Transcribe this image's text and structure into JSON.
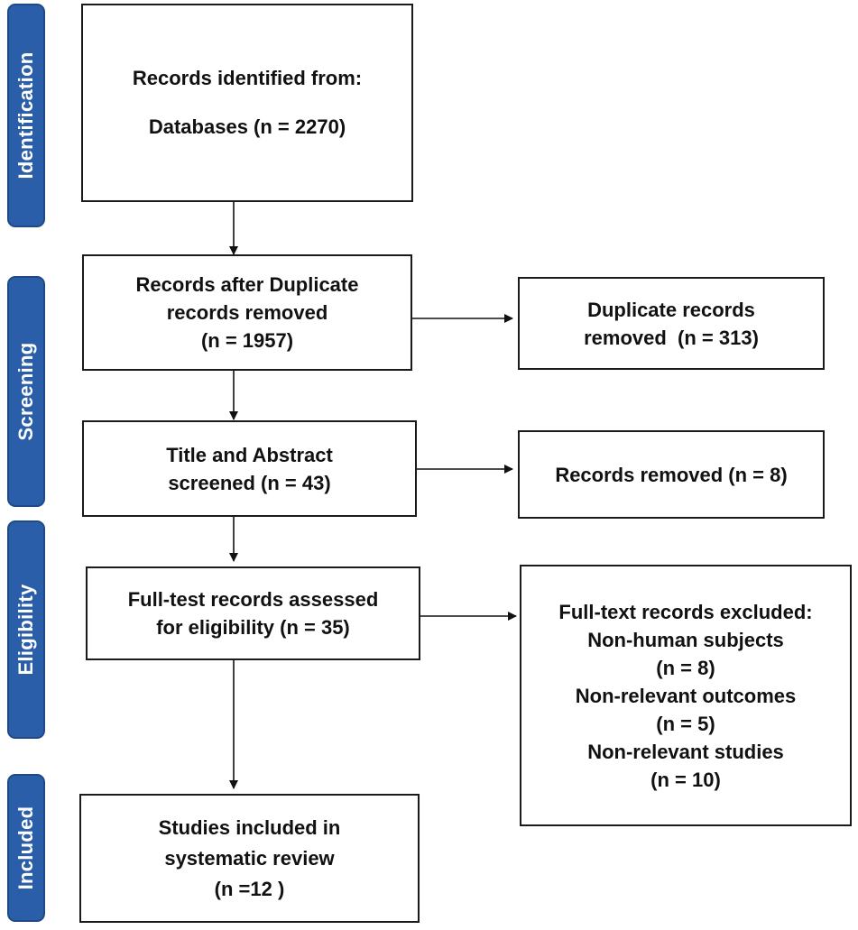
{
  "stages": {
    "identification": "Identification",
    "screening": "Screening",
    "eligibility": "Eligibility",
    "included": "Included"
  },
  "boxes": {
    "identified": {
      "line1": "Records identified from:",
      "line2": "Databases (n = 2270)"
    },
    "after_duplicates": {
      "line1": "Records after Duplicate",
      "line2": "records removed",
      "line3": "(n = 1957)"
    },
    "duplicates_removed": {
      "line1": "Duplicate records",
      "line2": "removed  (n = 313)"
    },
    "title_abstract": {
      "line1": "Title and Abstract",
      "line2": "screened (n = 43)"
    },
    "records_removed": {
      "line1": "Records removed (n = 8)"
    },
    "full_text_assessed": {
      "line1": "Full-test records assessed",
      "line2": "for eligibility (n = 35)"
    },
    "full_text_excluded": {
      "line1": "Full-text records excluded:",
      "line2": "Non-human subjects",
      "line3": "(n = 8)",
      "line4": "Non-relevant outcomes",
      "line5": "(n = 5)",
      "line6": "Non-relevant studies",
      "line7": "(n = 10)"
    },
    "included": {
      "line1": "Studies included in",
      "line2": "systematic review",
      "line3": "(n =12 )"
    }
  },
  "colors": {
    "stage_fill": "#2a5ea8",
    "stage_border": "#1f4a87",
    "box_border": "#1a1a1a",
    "arrow": "#111111"
  }
}
